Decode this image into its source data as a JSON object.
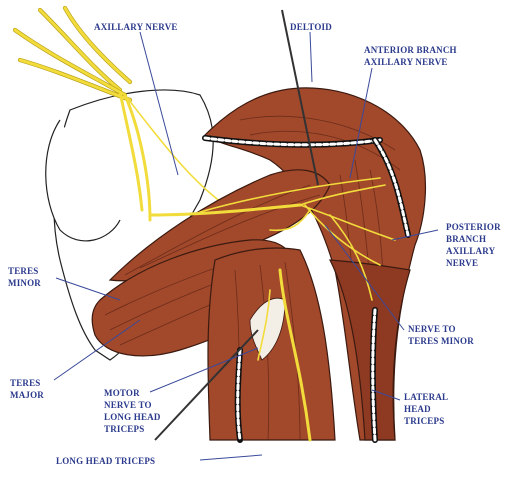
{
  "labels": {
    "axillary_nerve": "AXILLARY NERVE",
    "deltoid": "DELTOID",
    "anterior_branch_1": "ANTERIOR BRANCH",
    "anterior_branch_2": "AXILLARY NERVE",
    "posterior_branch_1": "POSTERIOR",
    "posterior_branch_2": "BRANCH",
    "posterior_branch_3": "AXILLARY",
    "posterior_branch_4": "NERVE",
    "teres_minor_1": "TERES",
    "teres_minor_2": "MINOR",
    "nerve_to_teres_minor_1": "NERVE TO",
    "nerve_to_teres_minor_2": "TERES MINOR",
    "teres_major_1": "TERES",
    "teres_major_2": "MAJOR",
    "motor_nerve_1": "MOTOR",
    "motor_nerve_2": "NERVE TO",
    "motor_nerve_3": "LONG HEAD",
    "motor_nerve_4": "TRICEPS",
    "lateral_head_1": "LATERAL",
    "lateral_head_2": "HEAD",
    "lateral_head_3": "TRICEPS",
    "long_head_triceps": "LONG HEAD TRICEPS"
  },
  "colors": {
    "muscle": "#a2482b",
    "nerve": "#f2dc3c",
    "label": "#2b3a8c"
  }
}
